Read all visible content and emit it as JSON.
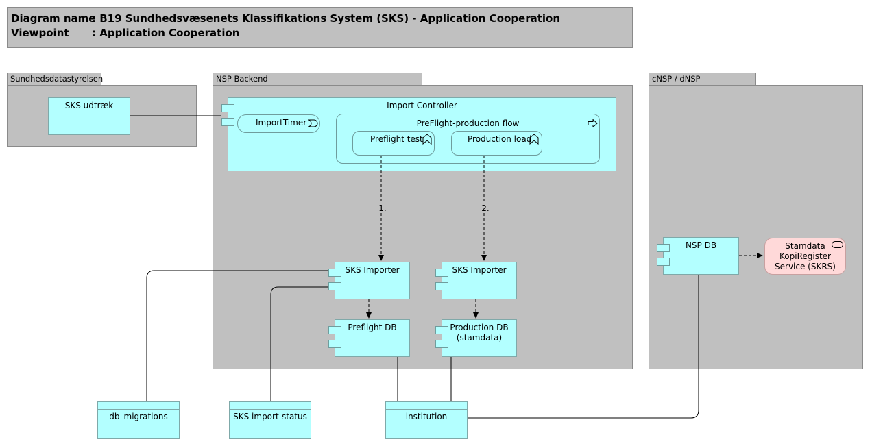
{
  "header": {
    "name_key": "Diagram name",
    "name_value": ": B19 Sundhedsvæsenets Klassifikations System (SKS) - Application Cooperation",
    "viewpoint_key": "Viewpoint",
    "viewpoint_value": ": Application Cooperation"
  },
  "groups": {
    "sundhedsdatastyrelsen": "Sundhedsdatastyrelsen",
    "nsp_backend": "NSP Backend",
    "cnsp": "cNSP / dNSP"
  },
  "elements": {
    "sks_udtraek": "SKS udtræk",
    "import_controller": "Import Controller",
    "import_timer": "ImportTimer",
    "preflight_flow": "PreFlight-production flow",
    "preflight_test": "Preflight test",
    "production_load": "Production load",
    "sks_importer_1": "SKS Importer",
    "sks_importer_2": "SKS Importer",
    "preflight_db": "Preflight DB",
    "production_db_line1": "Production DB",
    "production_db_line2": "(stamdata)",
    "nsp_db": "NSP DB",
    "stamdata_line1": "Stamdata",
    "stamdata_line2": "KopiRegister",
    "stamdata_line3": "Service (SKRS)",
    "db_migrations": "db_migrations",
    "sks_import_status": "SKS import-status",
    "institution": "institution"
  },
  "edge_labels": {
    "step1": "1.",
    "step2": "2."
  },
  "colors": {
    "group_fill": "#c0c0c0",
    "application": "#b3ffff",
    "service": "#ffd9d9"
  }
}
